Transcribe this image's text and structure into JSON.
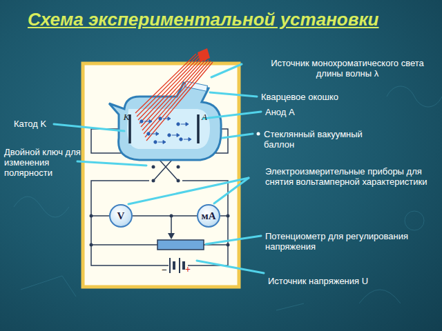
{
  "diagram": {
    "title": "Схема экспериментальной установки",
    "nodes": [
      {
        "text": [
          "V"
        ]
      },
      {
        "text": [
          "мА"
        ]
      }
    ],
    "edges": [
      {
        "from": 0,
        "to": 1,
        "arrow": "none"
      }
    ],
    "labels": [
      "Источник монохроматического света длины волны λ",
      "Кварцевое окошко",
      "Анод А",
      "Стеклянный вакуумный баллон",
      "Катод K",
      "Двойной ключ для изменения полярности",
      "Электроизмерительные приборы для снятия вольтамперной характеристики",
      "Потенциометр для регулирования напряжения",
      "Источник напряжения U",
      "K",
      "A",
      "−",
      "+"
    ]
  }
}
